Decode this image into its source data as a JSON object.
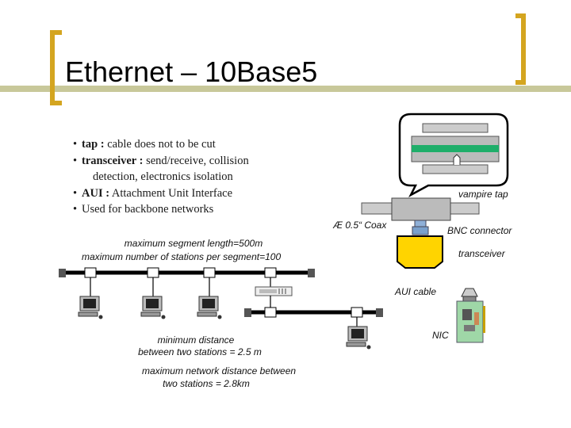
{
  "slide": {
    "title": "Ethernet – 10Base5"
  },
  "bullets": [
    {
      "term": "tap :",
      "text": "   cable does not to be cut"
    },
    {
      "term": "transceiver :",
      "text": " send/receive, collision"
    },
    {
      "term": "",
      "text": "detection, electronics isolation"
    },
    {
      "term": "AUI :",
      "text": " Attachment Unit Interface"
    },
    {
      "term": "",
      "text": "Used for backbone networks"
    }
  ],
  "diagram": {
    "segment_length": "maximum segment length=500m",
    "stations_per_segment": "maximum number of stations per segment=100",
    "min_distance_line1": "minimum distance",
    "min_distance_line2": "between two stations = 2.5 m",
    "max_network_line1": "maximum network  distance between",
    "max_network_line2": "two stations = 2.8km",
    "vampire_tap": "vampire tap",
    "coax": "Æ 0.5“ Coax",
    "bnc_connector": "BNC connector",
    "transceiver": "transceiver",
    "aui_cable": "AUI cable",
    "nic": "NIC"
  },
  "colors": {
    "accent_gold": "#d4a520",
    "stripe_olive": "#c8c89a",
    "transceiver_yellow": "#ffd400",
    "coax_green": "#1fae6a",
    "nic_board": "#9fd7a7"
  }
}
